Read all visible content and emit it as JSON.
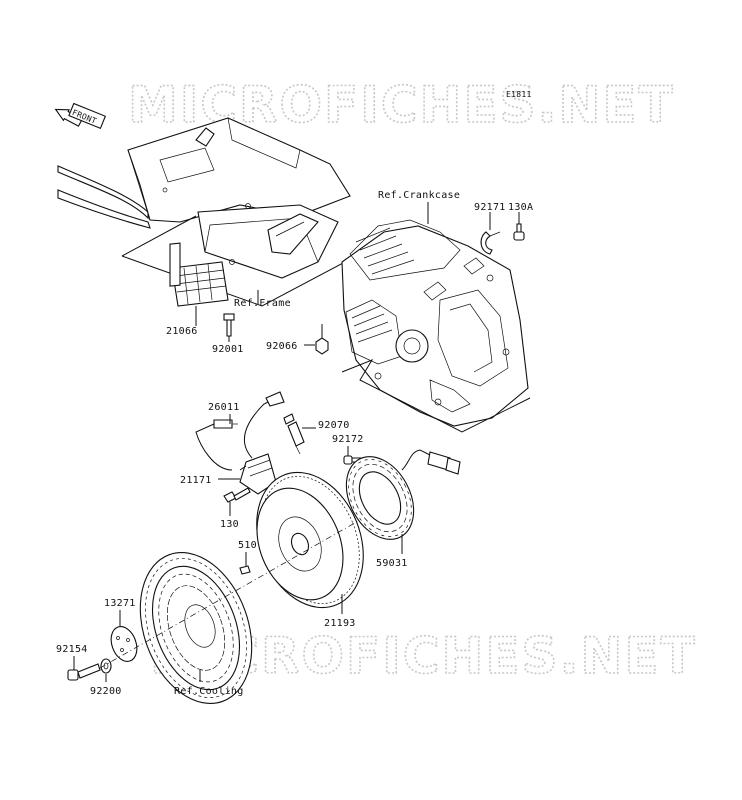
{
  "diagram_code": "E1811",
  "watermarks": [
    "MICROFICHES.NET",
    "MICROFICHES.NET"
  ],
  "front_arrow_label": "FRONT",
  "labels": {
    "ref_crankcase": "Ref.Crankcase",
    "ref_frame": "Ref.Frame",
    "ref_cooling": "Ref.Cooling",
    "p92171": "92171",
    "p130A": "130A",
    "p21066": "21066",
    "p92001": "92001",
    "p92066": "92066",
    "p26011": "26011",
    "p92070": "92070",
    "p92172": "92172",
    "p21171": "21171",
    "p130": "130",
    "p510": "510",
    "p59031": "59031",
    "p21193": "21193",
    "p13271": "13271",
    "p92154": "92154",
    "p92200": "92200"
  }
}
